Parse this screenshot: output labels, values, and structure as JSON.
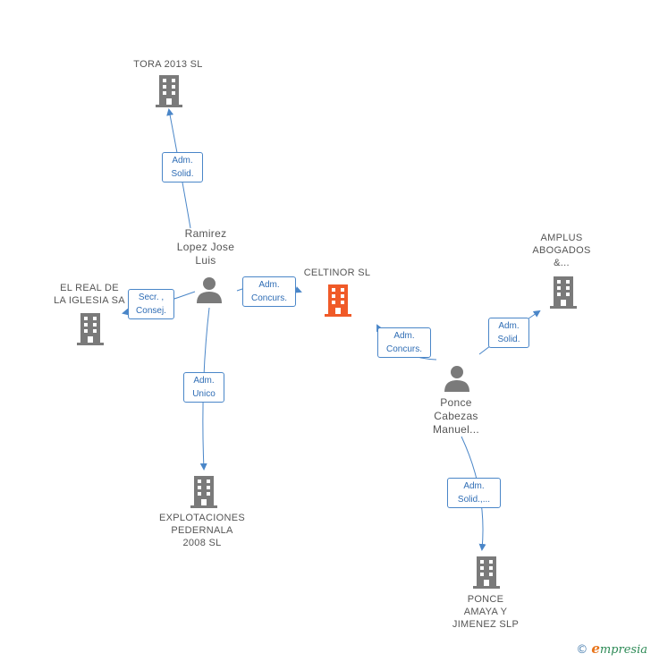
{
  "colors": {
    "company_icon": "#7a7a7a",
    "focus_company_icon": "#f05a28",
    "person_icon": "#7a7a7a",
    "edge": "#4a86c8",
    "edge_text": "#2f6db5",
    "node_text": "#555555"
  },
  "nodes": {
    "tora": {
      "lines": [
        "TORA 2013  SL"
      ]
    },
    "celtinor": {
      "lines": [
        "CELTINOR SL"
      ]
    },
    "ramirez": {
      "lines": [
        "Ramirez",
        "Lopez Jose",
        "Luis"
      ]
    },
    "el_real": {
      "lines": [
        "EL REAL DE",
        "LA IGLESIA SA"
      ]
    },
    "explotaciones": {
      "lines": [
        "EXPLOTACIONES",
        "PEDERNALA",
        "2008 SL"
      ]
    },
    "amplus": {
      "lines": [
        "AMPLUS",
        "ABOGADOS",
        "&..."
      ]
    },
    "ponce_person": {
      "lines": [
        "Ponce",
        "Cabezas",
        "Manuel..."
      ]
    },
    "ponce_amaya": {
      "lines": [
        "PONCE",
        "AMAYA Y",
        "JIMENEZ SLP"
      ]
    }
  },
  "edges": {
    "ramirez_tora": {
      "lines": [
        "Adm.",
        "Solid."
      ]
    },
    "ramirez_el_real": {
      "lines": [
        "Secr. ,",
        "Consej."
      ]
    },
    "ramirez_celtinor": {
      "lines": [
        "Adm.",
        "Concurs."
      ]
    },
    "ramirez_explotaciones": {
      "lines": [
        "Adm.",
        "Unico"
      ]
    },
    "ponce_celtinor": {
      "lines": [
        "Adm.",
        "Concurs."
      ]
    },
    "ponce_amplus": {
      "lines": [
        "Adm.",
        "Solid."
      ]
    },
    "ponce_ponce_amaya": {
      "lines": [
        "Adm.",
        "Solid.,..."
      ]
    }
  },
  "footer": {
    "copyright_symbol": "©",
    "brand_initial": "e",
    "brand_rest": "mpresia"
  }
}
